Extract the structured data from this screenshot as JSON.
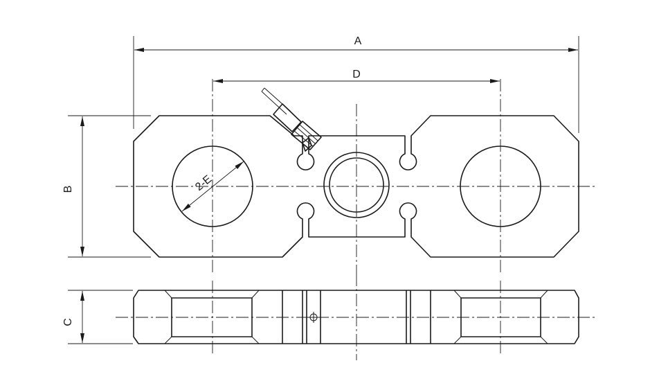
{
  "dimensions": {
    "overall_length": "A",
    "hole_spacing": "D",
    "width": "B",
    "thickness": "C",
    "hole_diameter": "2-E"
  }
}
